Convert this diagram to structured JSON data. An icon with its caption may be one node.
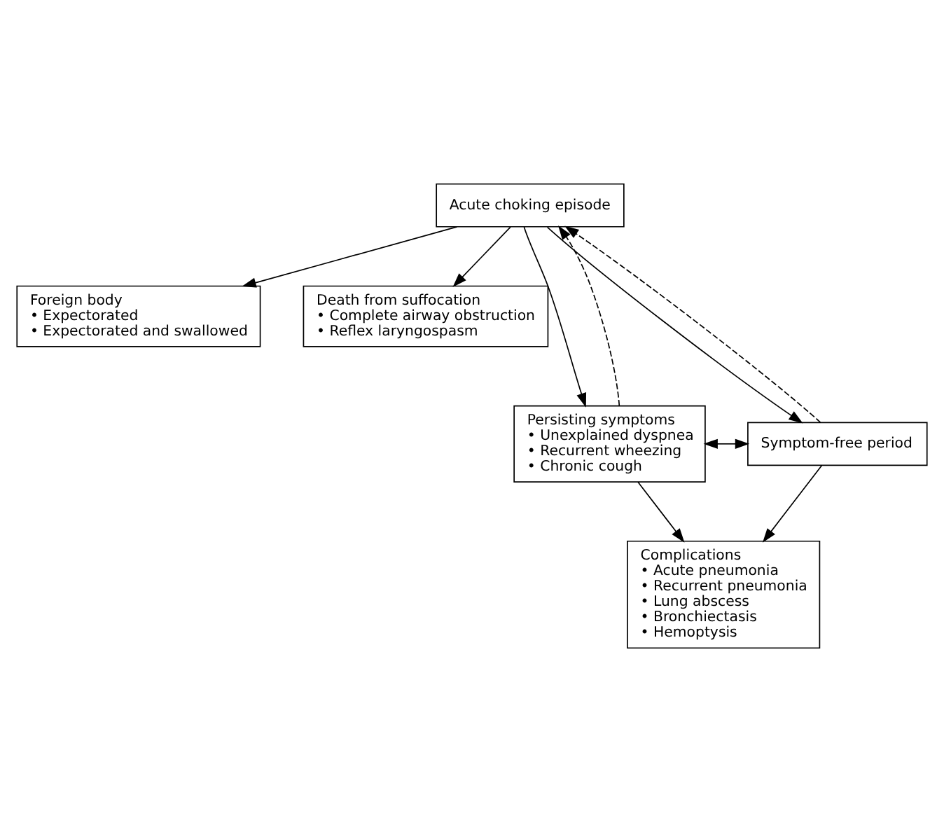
{
  "diagram": {
    "nodes": [
      {
        "text": [
          "Acute choking episode"
        ]
      },
      {
        "text": [
          "Foreign body",
          "• Expectorated",
          "• Expectorated and swallowed"
        ]
      },
      {
        "text": [
          "Death from suffocation",
          "• Complete airway obstruction",
          "• Reflex laryngospasm"
        ]
      },
      {
        "text": [
          "Persisting symptoms",
          "• Unexplained dyspnea",
          "• Recurrent wheezing",
          "• Chronic cough"
        ]
      },
      {
        "text": [
          "Symptom-free period"
        ]
      },
      {
        "text": [
          "Complications",
          "• Acute pneumonia",
          "• Recurrent pneumonia",
          "• Lung abscess",
          "• Bronchiectasis",
          "• Hemoptysis"
        ]
      }
    ],
    "edges": [
      {
        "from": 0,
        "to": 1,
        "arrow": "to"
      },
      {
        "from": 0,
        "to": 2,
        "arrow": "to"
      },
      {
        "from": 0,
        "to": 3,
        "arrow": "to"
      },
      {
        "from": 0,
        "to": 4,
        "arrow": "to"
      },
      {
        "from": 3,
        "to": 0,
        "arrow": "to",
        "style": "dashed"
      },
      {
        "from": 4,
        "to": 0,
        "arrow": "to",
        "style": "dashed"
      },
      {
        "from": 3,
        "to": 4,
        "arrow": "both"
      },
      {
        "from": 3,
        "to": 5,
        "arrow": "to"
      },
      {
        "from": 4,
        "to": 5,
        "arrow": "to"
      }
    ]
  }
}
